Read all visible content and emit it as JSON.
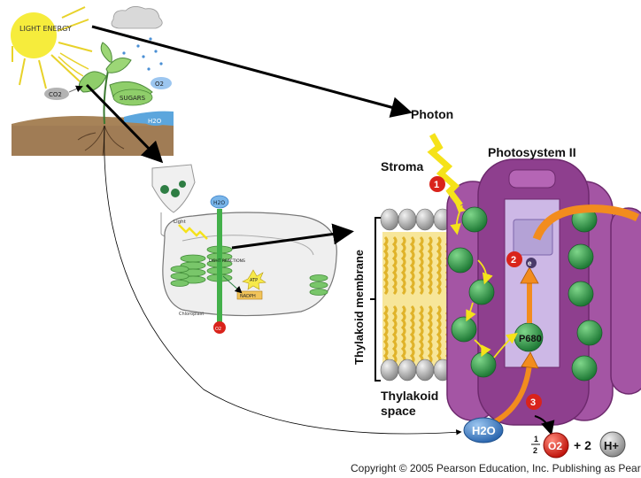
{
  "scene": {
    "light_energy": "LIGHT ENERGY",
    "co2": "CO2",
    "sugars": "SUGARS",
    "o2": "O2",
    "h2o": "H2O"
  },
  "chloroplast": {
    "h2o": "H2O",
    "light": "Light",
    "light_reactions": "LIGHT REACTIONS",
    "atp": "ATP",
    "nadph": "NADPH",
    "label": "Chloroplast",
    "o2": "O2"
  },
  "photosystem": {
    "photon": "Photon",
    "stroma": "Stroma",
    "title": "Photosystem II",
    "membrane": "Thylakoid  membrane",
    "space_line1": "Thylakoid",
    "space_line2": "space",
    "p680": "P680",
    "electron": "e",
    "steps": [
      "1",
      "2",
      "3"
    ],
    "water": "H2O",
    "half_num": "1",
    "half_den": "2",
    "oxygen": "O2",
    "plus_two": "+ 2",
    "proton": "H+"
  },
  "copyright": "Copyright ©  2005 Pearson Education, Inc. Publishing as Pear",
  "colors": {
    "protein": "#8e3f8e",
    "protein_light": "#b565b5",
    "chlorophyll": "#2e9a4a",
    "membrane_head": "#b5b5b5",
    "lipid_tail": "#f2d36b",
    "arrow_orange": "#f28c1e",
    "step_red": "#d9231b",
    "water_blue": "#3a80c8"
  }
}
